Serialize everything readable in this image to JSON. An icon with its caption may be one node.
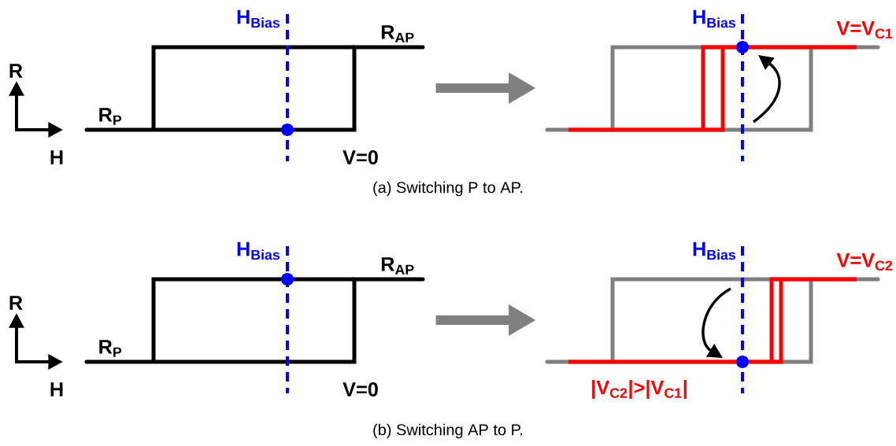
{
  "diagram": {
    "nodes": [
      {
        "text": [],
        "shape": "picture"
      },
      {
        "text": [],
        "shape": "picture"
      },
      {
        "text": [],
        "shape": "picture"
      },
      {
        "text": [],
        "shape": "picture"
      }
    ],
    "edges": [
      {
        "from": 0,
        "to": 1,
        "arrow": "to"
      },
      {
        "from": 2,
        "to": 3,
        "arrow": "to"
      }
    ],
    "labels": [
      "R",
      "H$_{Bias}$",
      "H$_{Bias}$",
      "V=V$_{C1}$",
      "R$_{AP}$",
      "R$_{P}$",
      "H",
      "V=0",
      "(a) Switching P to AP.",
      "R",
      "H$_{Bias}$",
      "H$_{Bias}$",
      "V=V$_{C2}$",
      "R$_{AP}$",
      "R$_{P}$",
      "H",
      "V=0",
      "|V$_{C2}$|>|V$_{C1}$|",
      "(b) Switching AP to P."
    ]
  }
}
